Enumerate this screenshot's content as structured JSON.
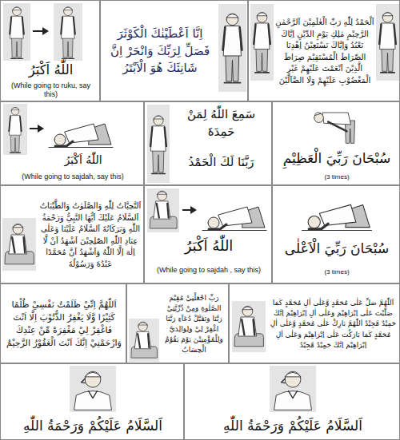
{
  "diagram": {
    "nodes": [
      {
        "text": [
          "اللّٰهُ اَكْبَرُ",
          "(While going to ruku, say this)"
        ]
      },
      {
        "text": [
          "اِنَّا اَعْطَيْنٰكَ الْكَوْثَرَ فَصَلِّ لِرَبِّكَ وَانْحَرْ اِنَّ شَانِئَكَ هُوَ الْاَبْتَرُ"
        ]
      },
      {
        "text": [
          "اَلْحَمْدُ لِلّٰهِ رَبِّ الْعٰلَمِيْنَ اَلرَّحْمٰنِ الرَّحِيْمِ مٰلِكِ يَوْمِ الدِّيْنِ اِيَّاكَ نَعْبُدُ وَاِيَّاكَ نَسْتَعِيْنُ اِهْدِنَا الصِّرَاطَ الْمُسْتَقِيْمَ صِرَاطَ الَّذِيْنَ اَنْعَمْتَ عَلَيْهِمْ غَيْرِ الْمَغْضُوْبِ عَلَيْهِمْ وَلَا الضَّآلِّيْنَ"
        ]
      },
      {
        "text": [
          "اللّٰهُ اَكْبَرُ",
          "(While going to sajdah, say this)"
        ]
      },
      {
        "text": [
          "سَمِعَ اللّٰهُ لِمَنْ حَمِدَهٗ",
          "رَبَّنَا لَكَ الْحَمْدُ"
        ]
      },
      {
        "text": [
          "سُبْحَانَ رَبِّيَ الْعَظِيْمِ",
          "(3 times)"
        ]
      },
      {
        "text": [
          "اَلتَّحِيَّاتُ لِلّٰهِ وَالصَّلَوٰتُ وَالطَّيِّبَاتُ اَلسَّلَامُ عَلَيْكَ اَيُّهَا النَّبِيُّ وَرَحْمَةُ اللّٰهِ وَبَرَكَاتُهٗ اَلسَّلَامُ عَلَيْنَا وَعَلٰى عِبَادِ اللّٰهِ الصّٰلِحِيْنَ اَشْهَدُ اَنْ لَّا اِلٰهَ اِلَّا اللّٰهُ وَاَشْهَدُ اَنَّ مُحَمَّدًا عَبْدُهٗ وَرَسُوْلُهٗ"
        ]
      },
      {
        "text": [
          "اللّٰهُ اَكْبَرُ",
          "(While going to sajdah , say this)"
        ]
      },
      {
        "text": [
          "سُبْحَانَ رَبِّيَ الْاَعْلٰى",
          "(3 times)"
        ]
      },
      {
        "text": [
          "اَللّٰهُمَّ اِنِّيْ ظَلَمْتُ نَفْسِيْ ظُلْمًا كَثِيْرًا وَّلَا يَغْفِرُ الذُّنُوْبَ اِلَّا اَنْتَ فَاغْفِرْ لِيْ مَغْفِرَةً مِّنْ عِنْدِكَ وَارْحَمْنِيْ اِنَّكَ اَنْتَ الْغَفُوْرُ الرَّحِيْمُ"
        ]
      },
      {
        "text": [
          "رَبِّ اجْعَلْنِيْ مُقِيْمَ الصَّلٰوةِ وَمِنْ ذُرِّيَّتِيْ رَبَّنَا وَتَقَبَّلْ دُعَآءِ رَبَّنَا اغْفِرْ لِيْ وَلِوَالِدَيَّ وَلِلْمُؤْمِنِيْنَ يَوْمَ يَقُوْمُ الْحِسَابُ"
        ]
      },
      {
        "text": [
          "اَللّٰهُمَّ صَلِّ عَلٰى مُحَمَّدٍ وَّعَلٰى اٰلِ مُحَمَّدٍ كَمَا صَلَّيْتَ عَلٰى اِبْرَاهِيْمَ وَعَلٰى اٰلِ اِبْرَاهِيْمَ اِنَّكَ حَمِيْدٌ مَّجِيْدٌ اَللّٰهُمَّ بَارِكْ عَلٰى مُحَمَّدٍ وَّعَلٰى اٰلِ مُحَمَّدٍ كَمَا بَارَكْتَ عَلٰى اِبْرَاهِيْمَ وَعَلٰى اٰلِ اِبْرَاهِيْمَ اِنَّكَ حَمِيْدٌ مَّجِيْدٌ"
        ]
      },
      {
        "text": [
          "اَلسَّلَامُ عَلَيْكُمْ وَرَحْمَةُ اللّٰهِ"
        ]
      },
      {
        "text": [
          "اَلسَّلَامُ عَلَيْكُمْ وَرَحْمَةُ اللّٰهِ"
        ]
      }
    ]
  }
}
